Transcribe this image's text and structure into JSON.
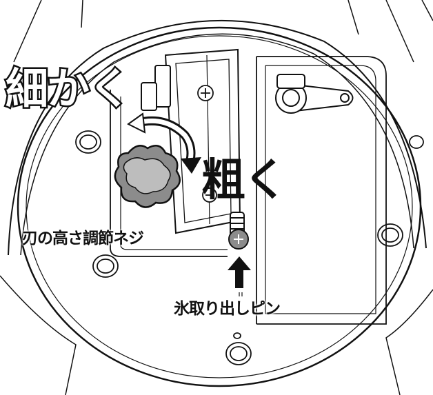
{
  "labels": {
    "fine": "細かく",
    "coarse": "粗く",
    "blade_height_screw": "刃の高さ調節ネジ",
    "ice_release_pin": "氷取り出しピン"
  },
  "colors": {
    "line": "#111111",
    "knob_fill": "#8c8c8c",
    "background": "#ffffff"
  }
}
